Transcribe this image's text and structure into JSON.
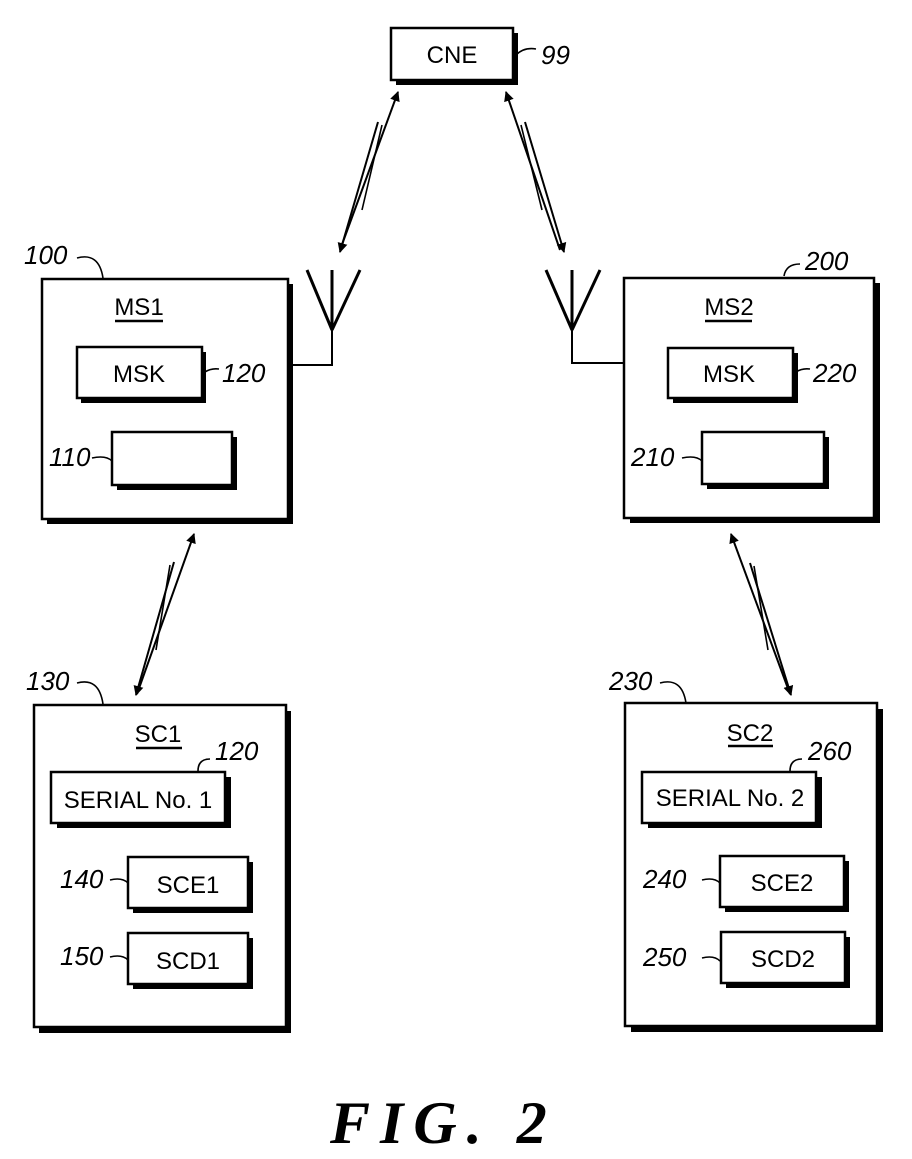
{
  "figure": {
    "caption": "FIG. 2",
    "network": {
      "label": "CNE",
      "ref": "99"
    },
    "mobile_stations": [
      {
        "label": "MS1",
        "ref": "100",
        "msk": {
          "label": "MSK",
          "ref": "120"
        },
        "blank_box": {
          "ref": "110"
        }
      },
      {
        "label": "MS2",
        "ref": "200",
        "msk": {
          "label": "MSK",
          "ref": "220"
        },
        "blank_box": {
          "ref": "210"
        }
      }
    ],
    "smart_cards": [
      {
        "label": "SC1",
        "ref": "130",
        "serial": {
          "label": "SERIAL No. 1",
          "ref": "120"
        },
        "sce": {
          "label": "SCE1",
          "ref": "140"
        },
        "scd": {
          "label": "SCD1",
          "ref": "150"
        }
      },
      {
        "label": "SC2",
        "ref": "230",
        "serial": {
          "label": "SERIAL No. 2",
          "ref": "260"
        },
        "sce": {
          "label": "SCE2",
          "ref": "240"
        },
        "scd": {
          "label": "SCD2",
          "ref": "250"
        }
      }
    ]
  }
}
